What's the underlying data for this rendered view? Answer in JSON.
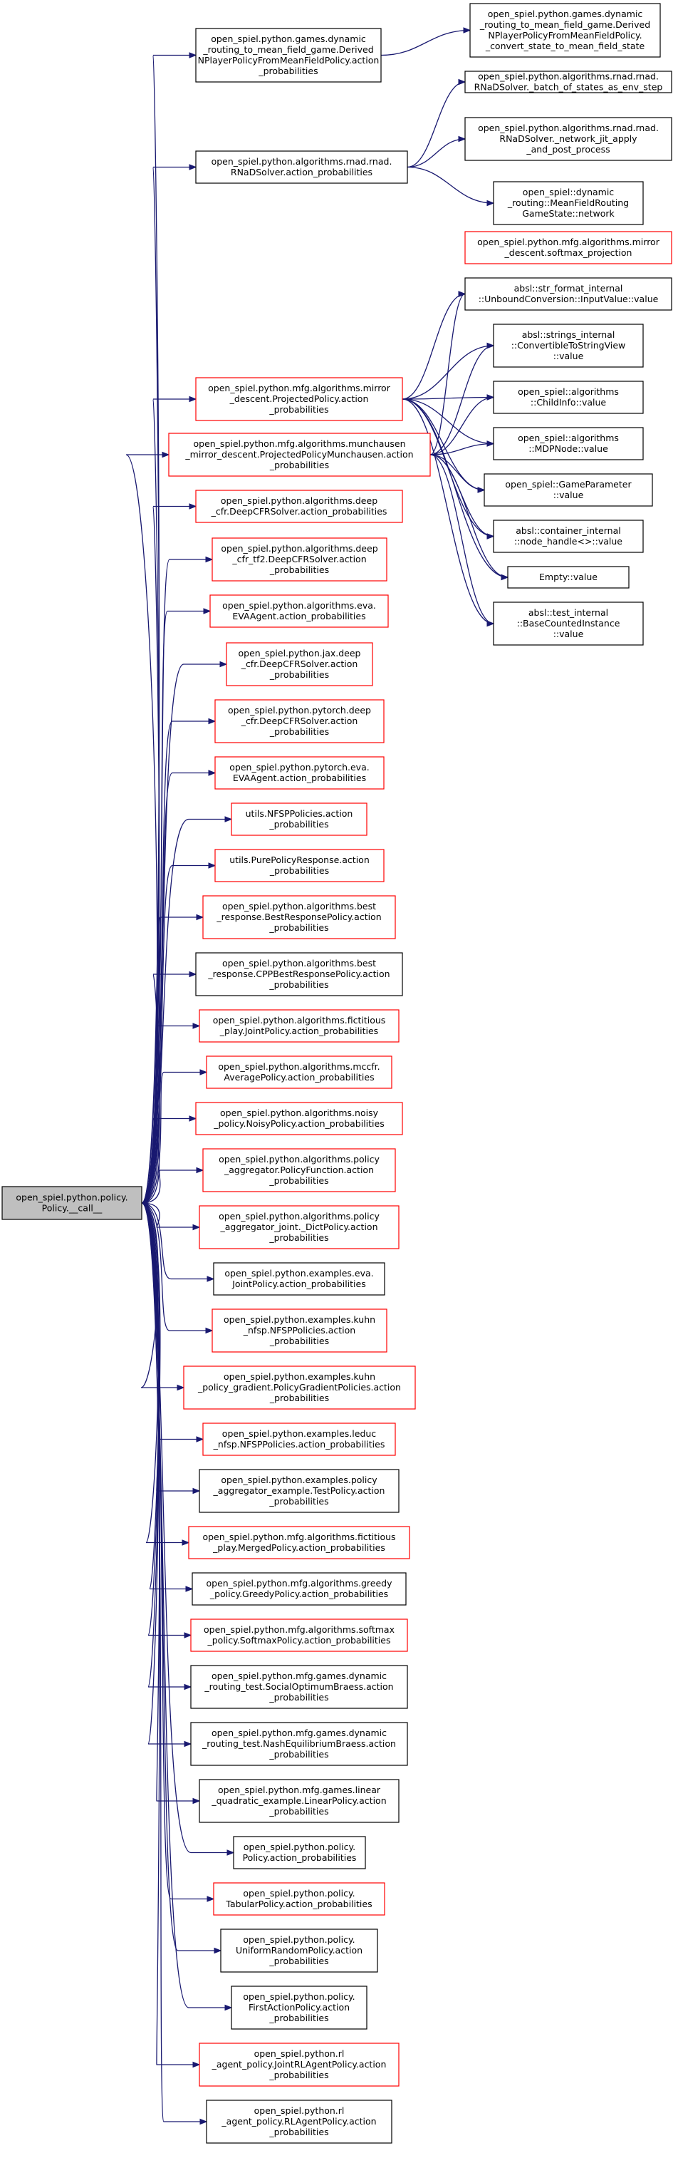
{
  "colors": {
    "edge": "#191970",
    "border_normal": "#000000",
    "border_red": "#ff0000",
    "root_fill": "#bfbfbf",
    "node_fill": "#ffffff"
  },
  "nodes": {
    "root": {
      "lines": [
        "open_spiel.python.policy.",
        "Policy.__call__"
      ],
      "style": "root"
    },
    "derived_np": {
      "lines": [
        "open_spiel.python.games.dynamic",
        "_routing_to_mean_field_game.Derived",
        "NPlayerPolicyFromMeanFieldPolicy.action",
        "_probabilities"
      ],
      "style": "normal"
    },
    "convert_state": {
      "lines": [
        "open_spiel.python.games.dynamic",
        "_routing_to_mean_field_game.Derived",
        "NPlayerPolicyFromMeanFieldPolicy.",
        "_convert_state_to_mean_field_state"
      ],
      "style": "normal"
    },
    "rnad_ap": {
      "lines": [
        "open_spiel.python.algorithms.rnad.rnad.",
        "RNaDSolver.action_probabilities"
      ],
      "style": "normal"
    },
    "rnad_batch": {
      "lines": [
        "open_spiel.python.algorithms.rnad.rnad.",
        "RNaDSolver._batch_of_states_as_env_step"
      ],
      "style": "normal"
    },
    "rnad_jit": {
      "lines": [
        "open_spiel.python.algorithms.rnad.rnad.",
        "RNaDSolver._network_jit_apply",
        "_and_post_process"
      ],
      "style": "normal"
    },
    "mfr_network": {
      "lines": [
        "open_spiel::dynamic",
        "_routing::MeanFieldRouting",
        "GameState::network"
      ],
      "style": "normal"
    },
    "softmax_proj": {
      "lines": [
        "open_spiel.python.mfg.algorithms.mirror",
        "_descent.softmax_projection"
      ],
      "style": "red"
    },
    "str_format": {
      "lines": [
        "absl::str_format_internal",
        "::UnboundConversion::InputValue::value"
      ],
      "style": "normal"
    },
    "mirror_ap": {
      "lines": [
        "open_spiel.python.mfg.algorithms.mirror",
        "_descent.ProjectedPolicy.action",
        "_probabilities"
      ],
      "style": "red"
    },
    "convertible": {
      "lines": [
        "absl::strings_internal",
        "::ConvertibleToStringView",
        "::value"
      ],
      "style": "normal"
    },
    "childinfo": {
      "lines": [
        "open_spiel::algorithms",
        "::ChildInfo::value"
      ],
      "style": "normal"
    },
    "munch_ap": {
      "lines": [
        "open_spiel.python.mfg.algorithms.munchausen",
        "_mirror_descent.ProjectedPolicyMunchausen.action",
        "_probabilities"
      ],
      "style": "red"
    },
    "mdpnode": {
      "lines": [
        "open_spiel::algorithms",
        "::MDPNode::value"
      ],
      "style": "normal"
    },
    "gameparam": {
      "lines": [
        "open_spiel::GameParameter",
        "::value"
      ],
      "style": "normal"
    },
    "nodehandle": {
      "lines": [
        "absl::container_internal",
        "::node_handle<>::value"
      ],
      "style": "normal"
    },
    "empty": {
      "lines": [
        "Empty::value"
      ],
      "style": "normal"
    },
    "basecounted": {
      "lines": [
        "absl::test_internal",
        "::BaseCountedInstance",
        "::value"
      ],
      "style": "normal"
    },
    "deepcfr": {
      "lines": [
        "open_spiel.python.algorithms.deep",
        "_cfr.DeepCFRSolver.action_probabilities"
      ],
      "style": "red"
    },
    "deepcfr_tf2": {
      "lines": [
        "open_spiel.python.algorithms.deep",
        "_cfr_tf2.DeepCFRSolver.action",
        "_probabilities"
      ],
      "style": "red"
    },
    "eva": {
      "lines": [
        "open_spiel.python.algorithms.eva.",
        "EVAAgent.action_probabilities"
      ],
      "style": "red"
    },
    "jax_deepcfr": {
      "lines": [
        "open_spiel.python.jax.deep",
        "_cfr.DeepCFRSolver.action",
        "_probabilities"
      ],
      "style": "red"
    },
    "torch_deepcfr": {
      "lines": [
        "open_spiel.python.pytorch.deep",
        "_cfr.DeepCFRSolver.action",
        "_probabilities"
      ],
      "style": "red"
    },
    "torch_eva": {
      "lines": [
        "open_spiel.python.pytorch.eva.",
        "EVAAgent.action_probabilities"
      ],
      "style": "red"
    },
    "nfsp_utils": {
      "lines": [
        "utils.NFSPPolicies.action",
        "_probabilities"
      ],
      "style": "red"
    },
    "pure_resp": {
      "lines": [
        "utils.PurePolicyResponse.action",
        "_probabilities"
      ],
      "style": "red"
    },
    "best_resp": {
      "lines": [
        "open_spiel.python.algorithms.best",
        "_response.BestResponsePolicy.action",
        "_probabilities"
      ],
      "style": "red"
    },
    "cpp_best": {
      "lines": [
        "open_spiel.python.algorithms.best",
        "_response.CPPBestResponsePolicy.action",
        "_probabilities"
      ],
      "style": "normal"
    },
    "fict_joint": {
      "lines": [
        "open_spiel.python.algorithms.fictitious",
        "_play.JointPolicy.action_probabilities"
      ],
      "style": "red"
    },
    "mccfr_avg": {
      "lines": [
        "open_spiel.python.algorithms.mccfr.",
        "AveragePolicy.action_probabilities"
      ],
      "style": "red"
    },
    "noisy": {
      "lines": [
        "open_spiel.python.algorithms.noisy",
        "_policy.NoisyPolicy.action_probabilities"
      ],
      "style": "red"
    },
    "agg_pf": {
      "lines": [
        "open_spiel.python.algorithms.policy",
        "_aggregator.PolicyFunction.action",
        "_probabilities"
      ],
      "style": "red"
    },
    "agg_joint_dict": {
      "lines": [
        "open_spiel.python.algorithms.policy",
        "_aggregator_joint._DictPolicy.action",
        "_probabilities"
      ],
      "style": "red"
    },
    "ex_eva_joint": {
      "lines": [
        "open_spiel.python.examples.eva.",
        "JointPolicy.action_probabilities"
      ],
      "style": "normal"
    },
    "ex_kuhn_nfsp": {
      "lines": [
        "open_spiel.python.examples.kuhn",
        "_nfsp.NFSPPolicies.action",
        "_probabilities"
      ],
      "style": "red"
    },
    "ex_kuhn_pg": {
      "lines": [
        "open_spiel.python.examples.kuhn",
        "_policy_gradient.PolicyGradientPolicies.action",
        "_probabilities"
      ],
      "style": "red"
    },
    "ex_leduc_nfsp": {
      "lines": [
        "open_spiel.python.examples.leduc",
        "_nfsp.NFSPPolicies.action_probabilities"
      ],
      "style": "red"
    },
    "ex_agg_test": {
      "lines": [
        "open_spiel.python.examples.policy",
        "_aggregator_example.TestPolicy.action",
        "_probabilities"
      ],
      "style": "normal"
    },
    "mfg_fict_merged": {
      "lines": [
        "open_spiel.python.mfg.algorithms.fictitious",
        "_play.MergedPolicy.action_probabilities"
      ],
      "style": "red"
    },
    "mfg_greedy": {
      "lines": [
        "open_spiel.python.mfg.algorithms.greedy",
        "_policy.GreedyPolicy.action_probabilities"
      ],
      "style": "normal"
    },
    "mfg_softmax": {
      "lines": [
        "open_spiel.python.mfg.algorithms.softmax",
        "_policy.SoftmaxPolicy.action_probabilities"
      ],
      "style": "red"
    },
    "mfg_social": {
      "lines": [
        "open_spiel.python.mfg.games.dynamic",
        "_routing_test.SocialOptimumBraess.action",
        "_probabilities"
      ],
      "style": "normal"
    },
    "mfg_nash": {
      "lines": [
        "open_spiel.python.mfg.games.dynamic",
        "_routing_test.NashEquilibriumBraess.action",
        "_probabilities"
      ],
      "style": "normal"
    },
    "mfg_linear": {
      "lines": [
        "open_spiel.python.mfg.games.linear",
        "_quadratic_example.LinearPolicy.action",
        "_probabilities"
      ],
      "style": "normal"
    },
    "policy_ap": {
      "lines": [
        "open_spiel.python.policy.",
        "Policy.action_probabilities"
      ],
      "style": "normal"
    },
    "tabular": {
      "lines": [
        "open_spiel.python.policy.",
        "TabularPolicy.action_probabilities"
      ],
      "style": "red"
    },
    "uniform": {
      "lines": [
        "open_spiel.python.policy.",
        "UniformRandomPolicy.action",
        "_probabilities"
      ],
      "style": "normal"
    },
    "first_action": {
      "lines": [
        "open_spiel.python.policy.",
        "FirstActionPolicy.action",
        "_probabilities"
      ],
      "style": "normal"
    },
    "rl_joint": {
      "lines": [
        "open_spiel.python.rl",
        "_agent_policy.JointRLAgentPolicy.action",
        "_probabilities"
      ],
      "style": "red"
    },
    "rl_agent": {
      "lines": [
        "open_spiel.python.rl",
        "_agent_policy.RLAgentPolicy.action",
        "_probabilities"
      ],
      "style": "normal"
    }
  },
  "edges": [
    [
      "root",
      "derived_np"
    ],
    [
      "derived_np",
      "convert_state"
    ],
    [
      "root",
      "rnad_ap"
    ],
    [
      "rnad_ap",
      "rnad_batch"
    ],
    [
      "rnad_ap",
      "rnad_jit"
    ],
    [
      "rnad_ap",
      "mfr_network"
    ],
    [
      "root",
      "mirror_ap"
    ],
    [
      "root",
      "munch_ap"
    ],
    [
      "mirror_ap",
      "str_format"
    ],
    [
      "mirror_ap",
      "convertible"
    ],
    [
      "mirror_ap",
      "childinfo"
    ],
    [
      "mirror_ap",
      "mdpnode"
    ],
    [
      "mirror_ap",
      "gameparam"
    ],
    [
      "mirror_ap",
      "nodehandle"
    ],
    [
      "mirror_ap",
      "empty"
    ],
    [
      "mirror_ap",
      "basecounted"
    ],
    [
      "munch_ap",
      "str_format"
    ],
    [
      "munch_ap",
      "convertible"
    ],
    [
      "munch_ap",
      "childinfo"
    ],
    [
      "munch_ap",
      "mdpnode"
    ],
    [
      "munch_ap",
      "gameparam"
    ],
    [
      "munch_ap",
      "nodehandle"
    ],
    [
      "munch_ap",
      "empty"
    ],
    [
      "munch_ap",
      "basecounted"
    ],
    [
      "root",
      "deepcfr"
    ],
    [
      "root",
      "deepcfr_tf2"
    ],
    [
      "root",
      "eva"
    ],
    [
      "root",
      "jax_deepcfr"
    ],
    [
      "root",
      "torch_deepcfr"
    ],
    [
      "root",
      "torch_eva"
    ],
    [
      "root",
      "nfsp_utils"
    ],
    [
      "root",
      "pure_resp"
    ],
    [
      "root",
      "best_resp"
    ],
    [
      "root",
      "cpp_best"
    ],
    [
      "root",
      "fict_joint"
    ],
    [
      "root",
      "mccfr_avg"
    ],
    [
      "root",
      "noisy"
    ],
    [
      "root",
      "agg_pf"
    ],
    [
      "root",
      "agg_joint_dict"
    ],
    [
      "root",
      "ex_eva_joint"
    ],
    [
      "root",
      "ex_kuhn_nfsp"
    ],
    [
      "root",
      "ex_kuhn_pg"
    ],
    [
      "root",
      "ex_leduc_nfsp"
    ],
    [
      "root",
      "ex_agg_test"
    ],
    [
      "root",
      "mfg_fict_merged"
    ],
    [
      "root",
      "mfg_greedy"
    ],
    [
      "root",
      "mfg_softmax"
    ],
    [
      "root",
      "mfg_social"
    ],
    [
      "root",
      "mfg_nash"
    ],
    [
      "root",
      "mfg_linear"
    ],
    [
      "root",
      "policy_ap"
    ],
    [
      "root",
      "tabular"
    ],
    [
      "root",
      "uniform"
    ],
    [
      "root",
      "first_action"
    ],
    [
      "root",
      "rl_joint"
    ],
    [
      "root",
      "rl_agent"
    ]
  ]
}
